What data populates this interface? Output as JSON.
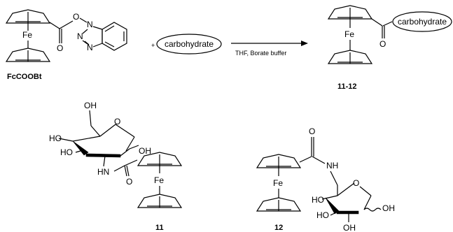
{
  "scheme": {
    "reagent_label": "FcCOOBt",
    "reactant_label": "carbohydrate",
    "conditions": "THF, Borate buffer",
    "plus": "+",
    "product_range_label": "11-12",
    "product_bubble": "carbohydrate"
  },
  "compounds": [
    {
      "id": "11",
      "label": "11"
    },
    {
      "id": "12",
      "label": "12"
    }
  ],
  "atoms": {
    "fe": "Fe",
    "o": "O",
    "n": "N",
    "oh": "OH",
    "ho": "HO",
    "hn": "HN",
    "nh": "NH"
  }
}
